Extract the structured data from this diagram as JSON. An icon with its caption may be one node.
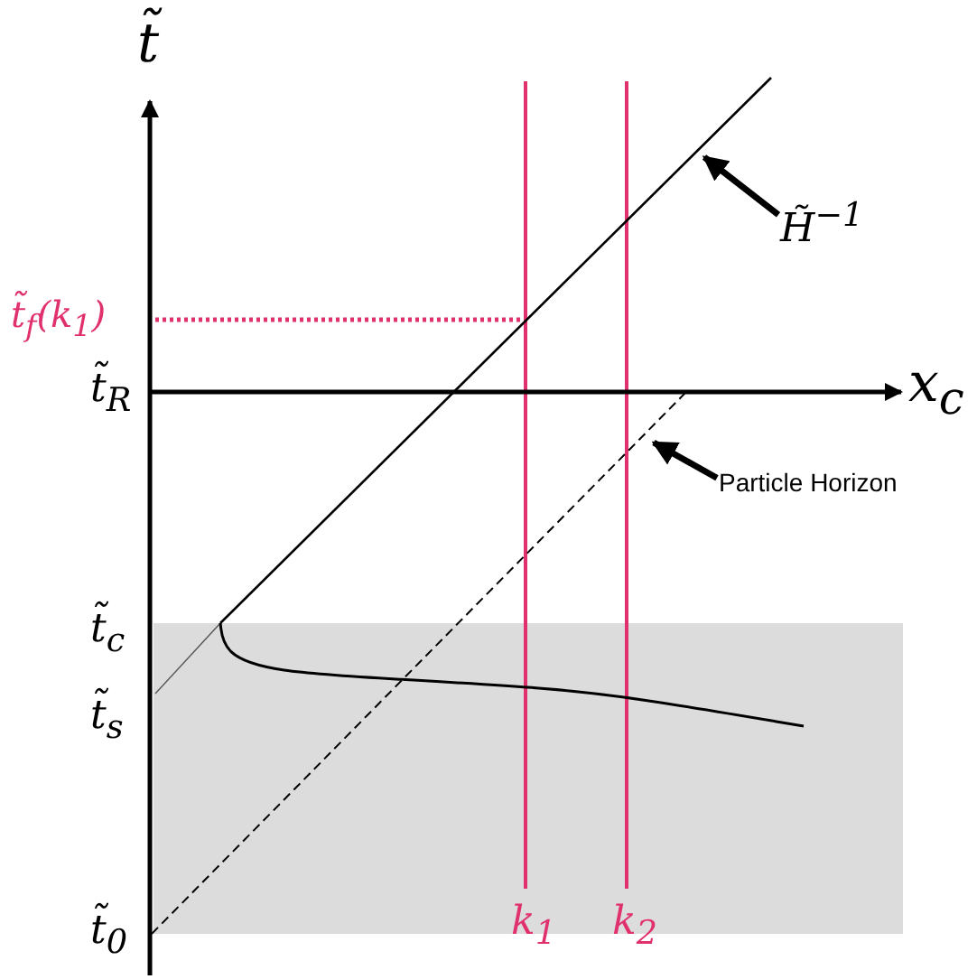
{
  "diagram": {
    "nodes": [
      {
        "text": [
          "H̃$^{−1}$"
        ]
      },
      {
        "text": [
          "Particle Horizon"
        ]
      }
    ],
    "edges": [
      {
        "from": 0,
        "to": null,
        "arrow": "to"
      },
      {
        "from": 1,
        "to": null,
        "arrow": "to"
      }
    ],
    "labels": [
      "t̃",
      "t̃$_{f}$(k$_{1}$)",
      "t̃$_{R}$",
      "x$_{c}$",
      "t̃$_{c}$",
      "t̃$_{s}$",
      "t̃$_{0}$",
      "k$_{1}$",
      "k$_{2}$"
    ]
  }
}
